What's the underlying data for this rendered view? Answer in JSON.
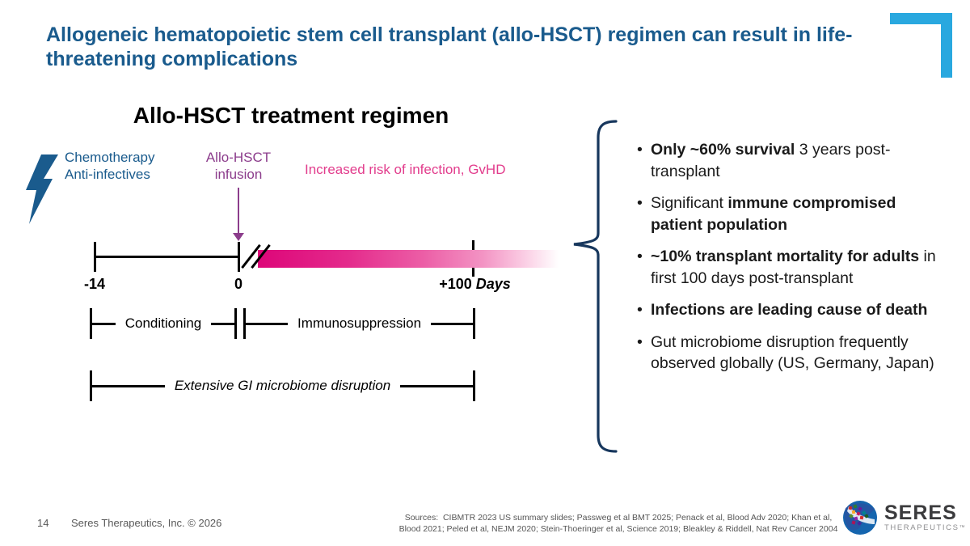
{
  "title": "Allogeneic hematopoietic stem cell transplant (allo-HSCT) regimen can result in life-threatening complications",
  "diagram": {
    "heading": "Allo-HSCT treatment regimen",
    "chemo_line1": "Chemotherapy",
    "chemo_line2": "Anti-infectives",
    "infusion_line1": "Allo-HSCT",
    "infusion_line2": "infusion",
    "risk_label": "Increased risk of infection, GvHD",
    "timeline": {
      "tick_start": "-14",
      "tick_zero": "0",
      "tick_end": "+100",
      "tick_end_unit": "Days"
    },
    "spans": {
      "conditioning": "Conditioning",
      "immunosuppression": "Immunosuppression",
      "gi_disruption": "Extensive GI microbiome disruption"
    }
  },
  "bullets": {
    "marker": "•",
    "items": [
      {
        "segments": [
          {
            "t": "Only ~60% survival",
            "b": true
          },
          {
            "t": " 3 years post-transplant",
            "b": false
          }
        ]
      },
      {
        "segments": [
          {
            "t": "Significant ",
            "b": false
          },
          {
            "t": "immune compromised patient population",
            "b": true
          }
        ]
      },
      {
        "segments": [
          {
            "t": "~10% transplant mortality for adults",
            "b": true
          },
          {
            "t": " in first 100 days post-transplant",
            "b": false
          }
        ]
      },
      {
        "segments": [
          {
            "t": "Infections are leading cause of death",
            "b": true
          }
        ]
      },
      {
        "segments": [
          {
            "t": "Gut microbiome disruption frequently observed globally (US, Germany, Japan)",
            "b": false
          }
        ]
      }
    ]
  },
  "footer": {
    "page_number": "14",
    "copyright": "Seres Therapeutics, Inc. © 2026",
    "sources_line1": "Sources:  CIBMTR 2023 US summary slides; Passweg et al BMT 2025; Penack et al, Blood Adv 2020; Khan et al,",
    "sources_line2": "Blood 2021; Peled et al, NEJM 2020; Stein-Thoeringer et al, Science 2019; Bleakley & Riddell, Nat Rev Cancer 2004"
  },
  "logo": {
    "name": "SERES",
    "sub": "THERAPEUTICS",
    "tm": "™"
  },
  "colors": {
    "title_blue": "#1A5B8D",
    "accent_blue": "#29A8DF",
    "infusion_purple": "#8C3D8C",
    "risk_pink": "#E23C8C",
    "bar_magenta": "#DD0679",
    "brace_navy": "#17375D"
  }
}
